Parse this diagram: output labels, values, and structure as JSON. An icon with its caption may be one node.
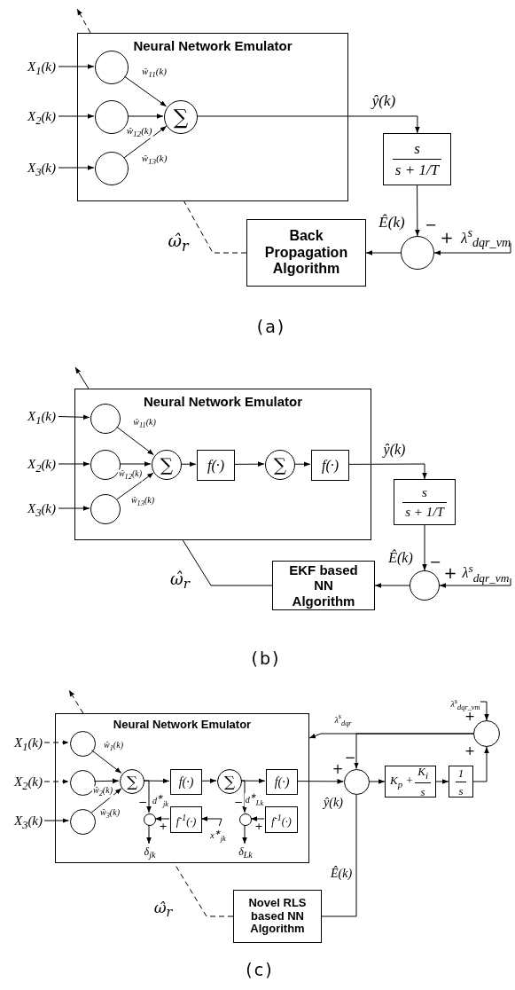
{
  "diagram": {
    "nodes": [
      {
        "text": [
          "X$_{1}$(k)"
        ]
      },
      {
        "text": [
          "X$_{2}$(k)"
        ]
      },
      {
        "text": [
          "X$_{3}$(k)"
        ]
      },
      {
        "text": [
          "Neural Network Emulator"
        ]
      },
      {
        "text": [],
        "shape": "circle",
        "in": 3
      },
      {
        "text": [],
        "shape": "circle",
        "in": 3
      },
      {
        "text": [],
        "shape": "circle",
        "in": 3
      },
      {
        "text": [
          "∑"
        ],
        "in": 3
      },
      {
        "text": [
          "s",
          "s + 1/T"
        ]
      },
      {
        "text": [],
        "shape": "circle"
      },
      {
        "text": [
          "Back Propagation Algorithm"
        ]
      },
      {
        "text": [
          "X$_{1}$(k)"
        ]
      },
      {
        "text": [
          "X$_{2}$(k)"
        ]
      },
      {
        "text": [
          "X$_{3}$(k)"
        ]
      },
      {
        "text": [
          "Neural Network Emulator"
        ]
      },
      {
        "text": [],
        "shape": "circle",
        "in": 14
      },
      {
        "text": [],
        "shape": "circle",
        "in": 14
      },
      {
        "text": [],
        "shape": "circle",
        "in": 14
      },
      {
        "text": [
          "∑"
        ],
        "in": 14
      },
      {
        "text": [
          "f(·)"
        ],
        "in": 14
      },
      {
        "text": [
          "∑"
        ],
        "in": 14
      },
      {
        "text": [
          "f(·)"
        ],
        "in": 14
      },
      {
        "text": [
          "s",
          "s + 1/T"
        ]
      },
      {
        "text": [],
        "shape": "circle"
      },
      {
        "text": [
          "EKF based NN Algorithm"
        ]
      },
      {
        "text": [
          "X$_{1}$(k)"
        ]
      },
      {
        "text": [
          "X$_{2}$(k)"
        ]
      },
      {
        "text": [
          "X$_{3}$(k)"
        ]
      },
      {
        "text": [
          "Neural Network Emulator"
        ]
      },
      {
        "text": [],
        "shape": "circle",
        "in": 28
      },
      {
        "text": [],
        "shape": "circle",
        "in": 28
      },
      {
        "text": [],
        "shape": "circle",
        "in": 28
      },
      {
        "text": [
          "∑"
        ],
        "in": 28
      },
      {
        "text": [
          "f(·)"
        ],
        "in": 28
      },
      {
        "text": [
          "∑"
        ],
        "in": 28
      },
      {
        "text": [
          "f(·)"
        ],
        "in": 28
      },
      {
        "text": [],
        "shape": "circle",
        "in": 28
      },
      {
        "text": [
          "f$^{-1}$(·)"
        ],
        "in": 28
      },
      {
        "text": [],
        "shape": "circle",
        "in": 28
      },
      {
        "text": [
          "f$^{-1}$(·)"
        ],
        "in": 28
      },
      {
        "text": [],
        "shape": "circle"
      },
      {
        "text": [
          "K$_{p}$ +",
          "K$_{i}$",
          "s"
        ]
      },
      {
        "text": [
          "1",
          "s"
        ]
      },
      {
        "text": [],
        "shape": "circle"
      },
      {
        "text": [
          "Novel RLS based NN Algorithm"
        ]
      },
      {
        "text": [
          "λ$^{s}$$_{dqr_vm}$"
        ]
      },
      {
        "text": [
          "λ$^{s}$$_{dqr_vm}$"
        ]
      },
      {
        "text": [
          "λ$^{s}$$_{dqr_vm}$"
        ]
      },
      {
        "text": [
          "x$^{∗}$$_{jk}$"
        ],
        "in": 28
      },
      {
        "text": [
          "δ$_{jk}$"
        ],
        "in": 28
      },
      {
        "text": [
          "δ$_{Lk}$"
        ],
        "in": 28
      }
    ],
    "edges": [
      {
        "from": 0,
        "to": 4,
        "arrow": "to"
      },
      {
        "from": 1,
        "to": 5,
        "arrow": "to"
      },
      {
        "from": 2,
        "to": 6,
        "arrow": "to"
      },
      {
        "from": 4,
        "to": 7,
        "arrow": "to",
        "label": "ŵ$_{11}$(k)"
      },
      {
        "from": 5,
        "to": 7,
        "arrow": "to",
        "label": "ŵ$_{12}$(k)"
      },
      {
        "from": 6,
        "to": 7,
        "arrow": "to",
        "label": "ŵ$_{13}$(k)"
      },
      {
        "from": 7,
        "to": 8,
        "arrow": "to",
        "label": "ŷ(k)"
      },
      {
        "from": 8,
        "to": 9,
        "arrow": "to",
        "label": "Ê(k)"
      },
      {
        "from": 45,
        "to": 9,
        "arrow": "to"
      },
      {
        "from": 9,
        "to": 10,
        "arrow": "to"
      },
      {
        "from": 10,
        "to": 3,
        "arrow": "none",
        "style": "dashed"
      },
      {
        "from": 11,
        "to": 15,
        "arrow": "to"
      },
      {
        "from": 12,
        "to": 16,
        "arrow": "to"
      },
      {
        "from": 13,
        "to": 17,
        "arrow": "to"
      },
      {
        "from": 15,
        "to": 18,
        "arrow": "to",
        "label": "ŵ$_{11}$(k)"
      },
      {
        "from": 16,
        "to": 18,
        "arrow": "to",
        "label": "ŵ$_{12}$(k)"
      },
      {
        "from": 17,
        "to": 18,
        "arrow": "to",
        "label": "ŵ$_{13}$(k)"
      },
      {
        "from": 18,
        "to": 19,
        "arrow": "to"
      },
      {
        "from": 19,
        "to": 20,
        "arrow": "to"
      },
      {
        "from": 20,
        "to": 21,
        "arrow": "to"
      },
      {
        "from": 21,
        "to": 22,
        "arrow": "to",
        "label": "ŷ(k)"
      },
      {
        "from": 22,
        "to": 23,
        "arrow": "to",
        "label": "Ê(k)"
      },
      {
        "from": 46,
        "to": 23,
        "arrow": "to"
      },
      {
        "from": 23,
        "to": 24,
        "arrow": "to"
      },
      {
        "from": 24,
        "to": 14,
        "arrow": "none"
      },
      {
        "from": 25,
        "to": 29,
        "arrow": "to",
        "style": "dashed"
      },
      {
        "from": 26,
        "to": 30,
        "arrow": "to",
        "style": "dashed"
      },
      {
        "from": 27,
        "to": 31,
        "arrow": "to"
      },
      {
        "from": 29,
        "to": 32,
        "arrow": "to",
        "label": "ŵ$_{1}$(k)"
      },
      {
        "from": 30,
        "to": 32,
        "arrow": "to",
        "label": "ŵ$_{2}$(k)"
      },
      {
        "from": 31,
        "to": 32,
        "arrow": "to",
        "label": "ŵ$_{3}$(k)"
      },
      {
        "from": 32,
        "to": 33,
        "arrow": "to"
      },
      {
        "from": 32,
        "to": 36,
        "arrow": "to",
        "label": "d$^{∗}$$_{jk}$"
      },
      {
        "from": 37,
        "to": 36,
        "arrow": "to"
      },
      {
        "from": 48,
        "to": 37,
        "arrow": "to"
      },
      {
        "from": 36,
        "to": 49,
        "arrow": "to"
      },
      {
        "from": 33,
        "to": 34,
        "arrow": "to"
      },
      {
        "from": 34,
        "to": 35,
        "arrow": "to"
      },
      {
        "from": 34,
        "to": 38,
        "arrow": "to",
        "label": "d$^{∗}$$_{Lk}$"
      },
      {
        "from": 39,
        "to": 38,
        "arrow": "to"
      },
      {
        "from": 38,
        "to": 50,
        "arrow": "to"
      },
      {
        "from": 35,
        "to": 40,
        "arrow": "to",
        "label": "ŷ(k)"
      },
      {
        "from": 40,
        "to": 41,
        "arrow": "to"
      },
      {
        "from": 41,
        "to": 42,
        "arrow": "to"
      },
      {
        "from": 42,
        "to": 43,
        "arrow": "to"
      },
      {
        "from": 47,
        "to": 43,
        "arrow": "to"
      },
      {
        "from": 43,
        "to": 28,
        "arrow": "to",
        "label": "λ$^{s}$$_{dqr}$"
      },
      {
        "from": 43,
        "to": 40,
        "arrow": "to"
      },
      {
        "from": 40,
        "to": 44,
        "arrow": "none",
        "label": "Ê(k)"
      },
      {
        "from": 44,
        "to": 28,
        "arrow": "none",
        "style": "dashed"
      },
      {
        "from": 3,
        "to": null,
        "arrow": "to",
        "style": "dashed"
      },
      {
        "from": 14,
        "to": null,
        "arrow": "to"
      },
      {
        "from": 28,
        "to": null,
        "arrow": "to",
        "style": "dashed"
      }
    ],
    "labels": [
      "−",
      "+",
      "ω̂$_{r}$",
      "(a)",
      "−",
      "+",
      "ω̂$_{r}$",
      "(b)",
      "+",
      "+",
      "+",
      "−",
      "−",
      "+",
      "−",
      "+",
      "ω̂$_{r}$",
      "(c)"
    ]
  }
}
